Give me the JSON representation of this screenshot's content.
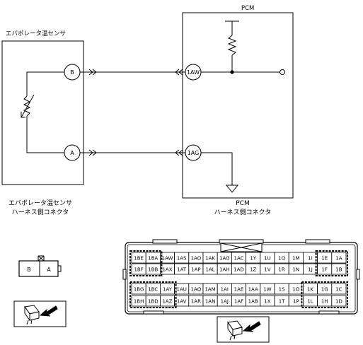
{
  "schematic": {
    "sensor_title": "エバポレータ温センサ",
    "pcm_title": "PCM",
    "pins": {
      "sensor_b": "B",
      "sensor_a": "A",
      "pcm_1aw": "1AW",
      "pcm_1ag": "1AG"
    }
  },
  "sensor_connector": {
    "title_line1": "エバポレータ温センサ",
    "title_line2": "ハーネス側コネクタ",
    "pins": [
      "B",
      "A"
    ]
  },
  "pcm_connector": {
    "title_line1": "PCM",
    "title_line2": "ハーネス側コネクタ",
    "rows": [
      [
        "1BE",
        "1BA",
        "1AW",
        "1AS",
        "1AO",
        "1AK",
        "1AG",
        "1AC",
        "1Y",
        "1U",
        "1Q",
        "1M",
        "1I",
        "1E",
        "1A"
      ],
      [
        "1BF",
        "1BB",
        "1AX",
        "1AT",
        "1AP",
        "1AL",
        "1AH",
        "1AD",
        "1Z",
        "1V",
        "1R",
        "1N",
        "1J",
        "1F",
        "1B"
      ],
      [
        "1BG",
        "1BC",
        "1AY",
        "1AU",
        "1AQ",
        "1AM",
        "1AI",
        "1AE",
        "1AA",
        "1W",
        "1S",
        "1O",
        "1K",
        "1G",
        "1C"
      ],
      [
        "1BH",
        "1BD",
        "1AZ",
        "1AV",
        "1AR",
        "1AN",
        "1AJ",
        "1AF",
        "1AB",
        "1X",
        "1T",
        "1P",
        "1L",
        "1H",
        "1D"
      ]
    ]
  }
}
